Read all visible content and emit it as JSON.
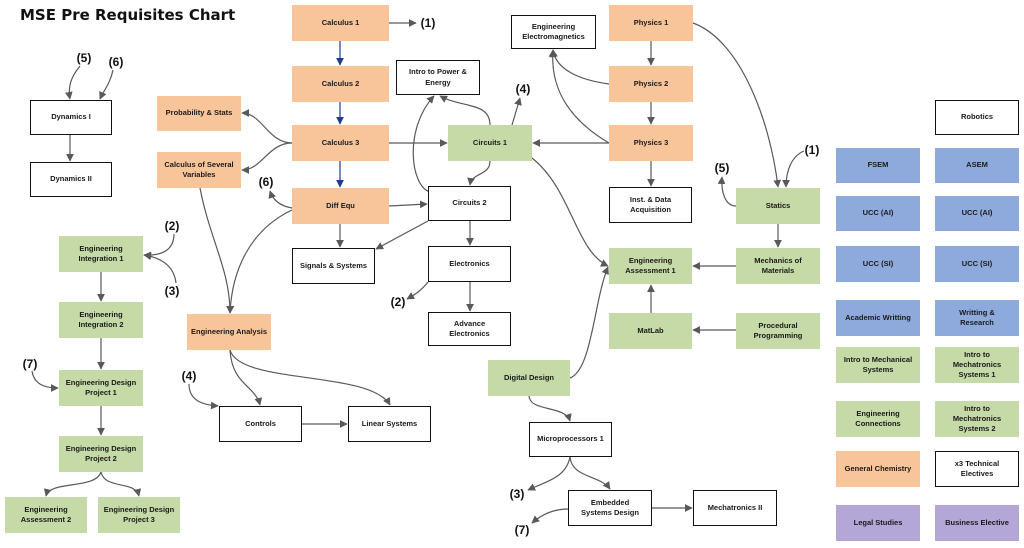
{
  "title": "MSE Pre Requisites Chart",
  "colors": {
    "orange": "#f8c59b",
    "green": "#c5daa6",
    "blue": "#8eaadc",
    "purple": "#b4a7d7",
    "arrow": "#595959",
    "math_arrow": "#1f3c8a"
  },
  "nodes": {
    "calculus_1": "Calculus 1",
    "calculus_2": "Calculus 2",
    "calculus_3": "Calculus 3",
    "diff_equ": "Diff Equ",
    "probability_stats": "Probability & Stats",
    "calculus_several_variables": "Calculus of Several Variables",
    "engineering_analysis": "Engineering Analysis",
    "physics_1": "Physics 1",
    "physics_2": "Physics 2",
    "physics_3": "Physics 3",
    "engineering_electromagnetics": "Engineering Electromagnetics",
    "intro_power_energy": "Intro to Power & Energy",
    "circuits_1": "Circuits 1",
    "circuits_2": "Circuits 2",
    "signals_systems": "Signals & Systems",
    "electronics": "Electronics",
    "advance_electronics": "Advance Electronics",
    "inst_data_acquisition": "Inst. & Data Acquisition",
    "statics": "Statics",
    "mechanics_of_materials": "Mechanics of Materials",
    "engineering_assessment_1": "Engineering Assessment 1",
    "matlab": "MatLab",
    "procedural_programming": "Procedural Programming",
    "digital_design": "Digital Design",
    "microprocessors_1": "Microprocessors 1",
    "embedded_systems_design": "Embedded Systems Design",
    "mechatronics_2": "Mechatronics II",
    "controls": "Controls",
    "linear_systems": "Linear Systems",
    "dynamics_1": "Dynamics I",
    "dynamics_2": "Dynamics II",
    "engineering_integration_1": "Engineering Integration 1",
    "engineering_integration_2": "Engineering Integration 2",
    "engineering_design_project_1": "Engineering Design Project 1",
    "engineering_design_project_2": "Engineering Design Project 2",
    "engineering_assessment_2": "Engineering Assessment 2",
    "engineering_design_project_3": "Engineering Design Project 3"
  },
  "side_panel": {
    "robotics": "Robotics",
    "fsem": "FSEM",
    "asem": "ASEM",
    "ucc_ai_1": "UCC (AI)",
    "ucc_ai_2": "UCC (AI)",
    "ucc_si_1": "UCC (SI)",
    "ucc_si_2": "UCC (SI)",
    "academic_writting": "Academic Writting",
    "writting_research": "Writting & Research",
    "intro_mechanical_systems": "Intro to Mechanical Systems",
    "intro_mechatronics_1": "Intro to Mechatronics Systems 1",
    "engineering_connections": "Engineering Connections",
    "intro_mechatronics_2": "Intro to Mechatronics Systems 2",
    "general_chemistry": "General Chemistry",
    "technical_electives": "x3 Technical Electives",
    "legal_studies": "Legal Studies",
    "business_elective": "Business Elective"
  },
  "markers": [
    "(1)",
    "(5)",
    "(6)",
    "(4)",
    "(6)",
    "(5)",
    "(1)",
    "(2)",
    "(3)",
    "(2)",
    "(7)",
    "(4)",
    "(3)",
    "(7)"
  ]
}
